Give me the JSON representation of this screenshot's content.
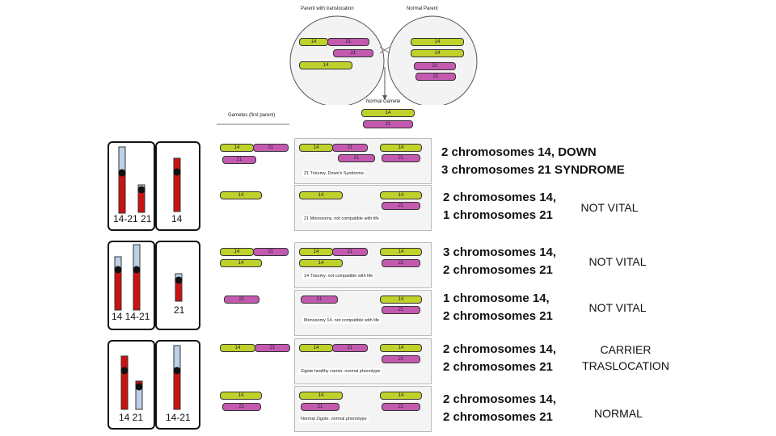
{
  "top": {
    "parent_translocation_label": "Parent with translocation",
    "normal_parent_label": "Normal Parent",
    "normal_gamete_label": "Normal Gamete",
    "gametes_label": "Gametes (first parent)",
    "chrom14": "14",
    "chrom21": "21"
  },
  "rows": [
    {
      "panel_caption": "21 Trisomy. Down's Syndrome",
      "description_line1": "2 chromosomes 14,   DOWN",
      "description_line2": "3 chromosomes 21  SYNDROME",
      "outcome_line1": "",
      "outcome_line2": ""
    },
    {
      "panel_caption": "21 Monosomy. not compatible with life",
      "description_line1": "2 chromosomes 14,",
      "description_line2": "1 chromosomes 21",
      "outcome_line1": "NOT VITAL",
      "outcome_line2": ""
    },
    {
      "panel_caption": "14 Trisomy. not compatible with life",
      "description_line1": "3 chromosomes 14,",
      "description_line2": "2 chromosomes 21",
      "outcome_line1": "NOT VITAL",
      "outcome_line2": ""
    },
    {
      "panel_caption": "Monosomy 14. not compatible with life",
      "description_line1": "1 chromosome 14,",
      "description_line2": "2 chromosomes 21",
      "outcome_line1": "NOT VITAL",
      "outcome_line2": ""
    },
    {
      "panel_caption": "Zigote healthy carrier. normal phenotype",
      "description_line1": "2 chromosomes 14,",
      "description_line2": "2 chromosomes 21",
      "outcome_line1": "CARRIER",
      "outcome_line2": "TRASLOCATION"
    },
    {
      "panel_caption": "Normal Zigote. normal phenotype",
      "description_line1": "2 chromosomes 14,",
      "description_line2": "2 chromosomes 21",
      "outcome_line1": "NORMAL",
      "outcome_line2": ""
    }
  ],
  "karyotypes": [
    {
      "left_label": "14-21 21",
      "right_label": "14"
    },
    {
      "left_label": "14  14-21",
      "right_label": "21"
    },
    {
      "left_label": "14  21",
      "right_label": "14-21"
    }
  ],
  "colors": {
    "chromosome_14": "#bfd12b",
    "chromosome_21": "#c35ab0",
    "karyotype_red": "#cc1111",
    "karyotype_blue": "#bcd0e6"
  }
}
